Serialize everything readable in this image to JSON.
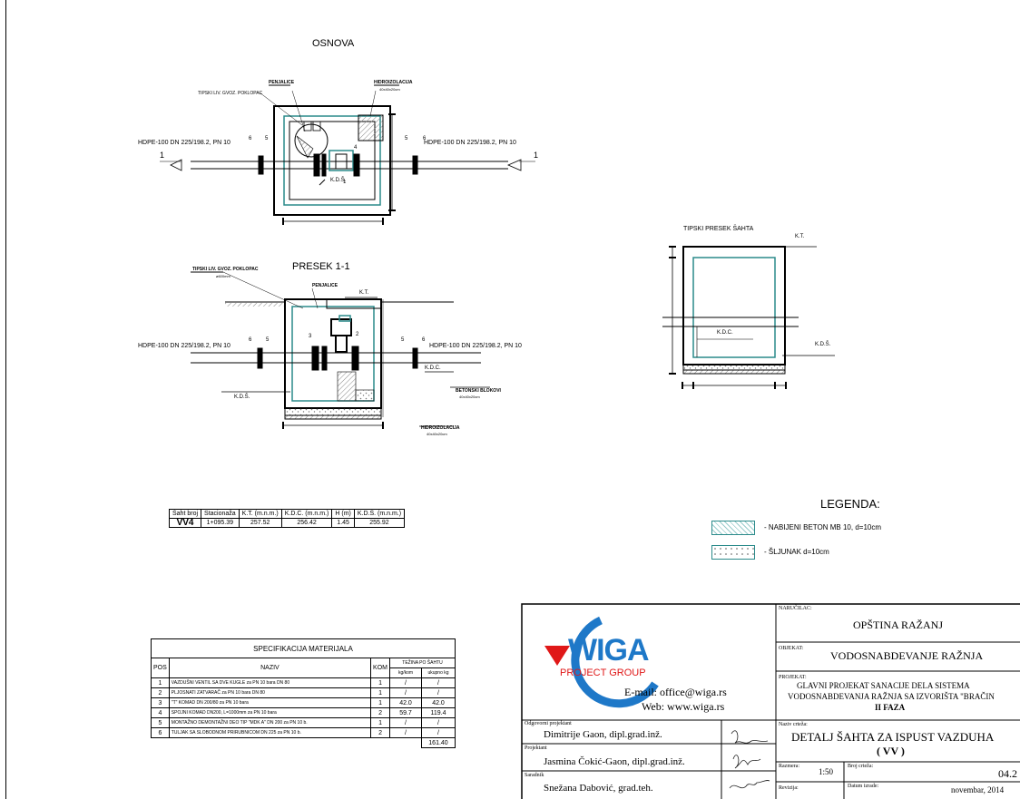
{
  "drawing": {
    "plan_title": "OSNOVA",
    "section_title": "PRESEK 1-1",
    "typical_section_title": "TIPSKI PRESEK ŠAHTA",
    "pipe_label": "HDPE-100 DN 225/198.2, PN 10",
    "section_mark": "1",
    "kt": "K.T.",
    "kdc": "K.D.C.",
    "kds": "K.D.Š.",
    "pos_5": "5",
    "pos_6": "6",
    "pos_1": "1",
    "pos_2": "2",
    "pos_3": "3",
    "pos_4": "4"
  },
  "shaft_table": {
    "headers": [
      "Šaht broj",
      "Stacionaža",
      "K.T. (m.n.m.)",
      "K.D.C. (m.n.m.)",
      "H (m)",
      "K.D.Š. (m.n.m.)"
    ],
    "row": [
      "VV4",
      "1+095.39",
      "257.52",
      "256.42",
      "1.45",
      "255.92"
    ]
  },
  "legend": {
    "title": "LEGENDA:",
    "items": [
      "- NABIJENI BETON MB 10, d=10cm",
      "- ŠLJUNAK d=10cm"
    ]
  },
  "spec": {
    "title": "SPECIFIKACIJA MATERIJALA",
    "col_pos": "POS",
    "col_naziv": "NAZIV",
    "col_kom": "KOM",
    "col_tezina": "TEŽINA PO ŠAHTU",
    "col_kgkom": "kg/kom",
    "col_ukupno": "ukupno kg",
    "rows": [
      [
        "1",
        "VAZDUŠNI VENTIL SA DVE KUGLE za PN 10 bara DN 80",
        "1",
        "/",
        "/"
      ],
      [
        "2",
        "PLJOSNATI ZATVARAČ za PN 10 bara DN 80",
        "1",
        "/",
        "/"
      ],
      [
        "3",
        "\"T\" KOMAD DN 200/80 za PN 10 bara",
        "1",
        "42.0",
        "42.0"
      ],
      [
        "4",
        "SPOJNI KOMAD DN200, L=1000mm za PN 10 bara",
        "2",
        "59.7",
        "119.4"
      ],
      [
        "5",
        "MONTAŽNO DEMONTAŽNI DEO TIP \"MDK A\" DN 200 za PN 10 b.",
        "1",
        "/",
        "/"
      ],
      [
        "6",
        "TULJAK SA SLOBODNOM PRIRUBNICOM DN 225 za PN 10 b.",
        "2",
        "/",
        "/"
      ]
    ],
    "total": "161.40"
  },
  "title_block": {
    "logo_main": "WIGA",
    "logo_sub": "PROJECT GROUP",
    "email": "E-mail: office@wiga.rs",
    "web": "Web: www.wiga.rs",
    "lbl_odgovorni": "Odgovorni projektant",
    "odgovorni": "Dimitrije Gaon, dipl.grad.inž.",
    "lbl_projektant": "Projektant",
    "projektant": "Jasmina Čokić-Gaon, dipl.grad.inž.",
    "lbl_saradnik": "Saradnik",
    "saradnik": "Snežana Dabović, grad.teh.",
    "lbl_narucilac": "NARUČILAC:",
    "narucilac": "OPŠTINA RAŽANJ",
    "lbl_objekat": "OBJEKAT:",
    "objekat": "VODOSNABDEVANJE RAŽNJA",
    "lbl_projekat": "PROJEKAT:",
    "projekat_l1": "GLAVNI PROJEKAT SANACIJE DELA SISTEMA",
    "projekat_l2": "VODOSNABDEVANJA RAŽNJA SA IZVORIŠTA \"BRAČIN",
    "projekat_l3": "II FAZA",
    "lbl_naziv": "Naziv crteža:",
    "naziv_l1": "DETALJ ŠAHTA ZA ISPUST VAZDUHA",
    "naziv_l2": "( VV )",
    "lbl_razmera": "Razmera:",
    "razmera": "1:50",
    "lbl_broj": "Broj crteža:",
    "broj": "04.2",
    "lbl_revizija": "Revizija:",
    "lbl_datum": "Datum izrade:",
    "datum": "novembar, 2014"
  }
}
